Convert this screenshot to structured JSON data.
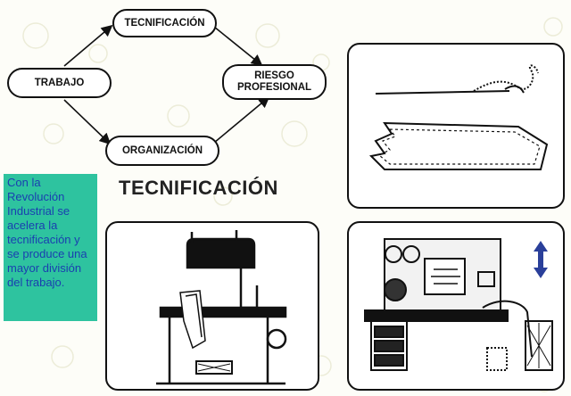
{
  "diagram": {
    "nodes": {
      "tecnificacion": "TECNIFICACIÓN",
      "trabajo": "TRABAJO",
      "riesgo_line1": "RIESGO",
      "riesgo_line2": "PROFESIONAL",
      "organizacion": "ORGANIZACIÓN"
    }
  },
  "heading": "TECNIFICACIÓN",
  "infobox": {
    "text": "Con la Revolución Industrial se acelera la tecnificación y se produce una mayor división del trabajo.",
    "background": "#2ec39f",
    "color": "#1a3fb0"
  },
  "panels": [
    {
      "icon": "needle-fabric-icon"
    },
    {
      "icon": "sewing-machine-icon"
    },
    {
      "icon": "industrial-workstation-icon"
    }
  ],
  "accent_arrow_color": "#2a3f9a"
}
